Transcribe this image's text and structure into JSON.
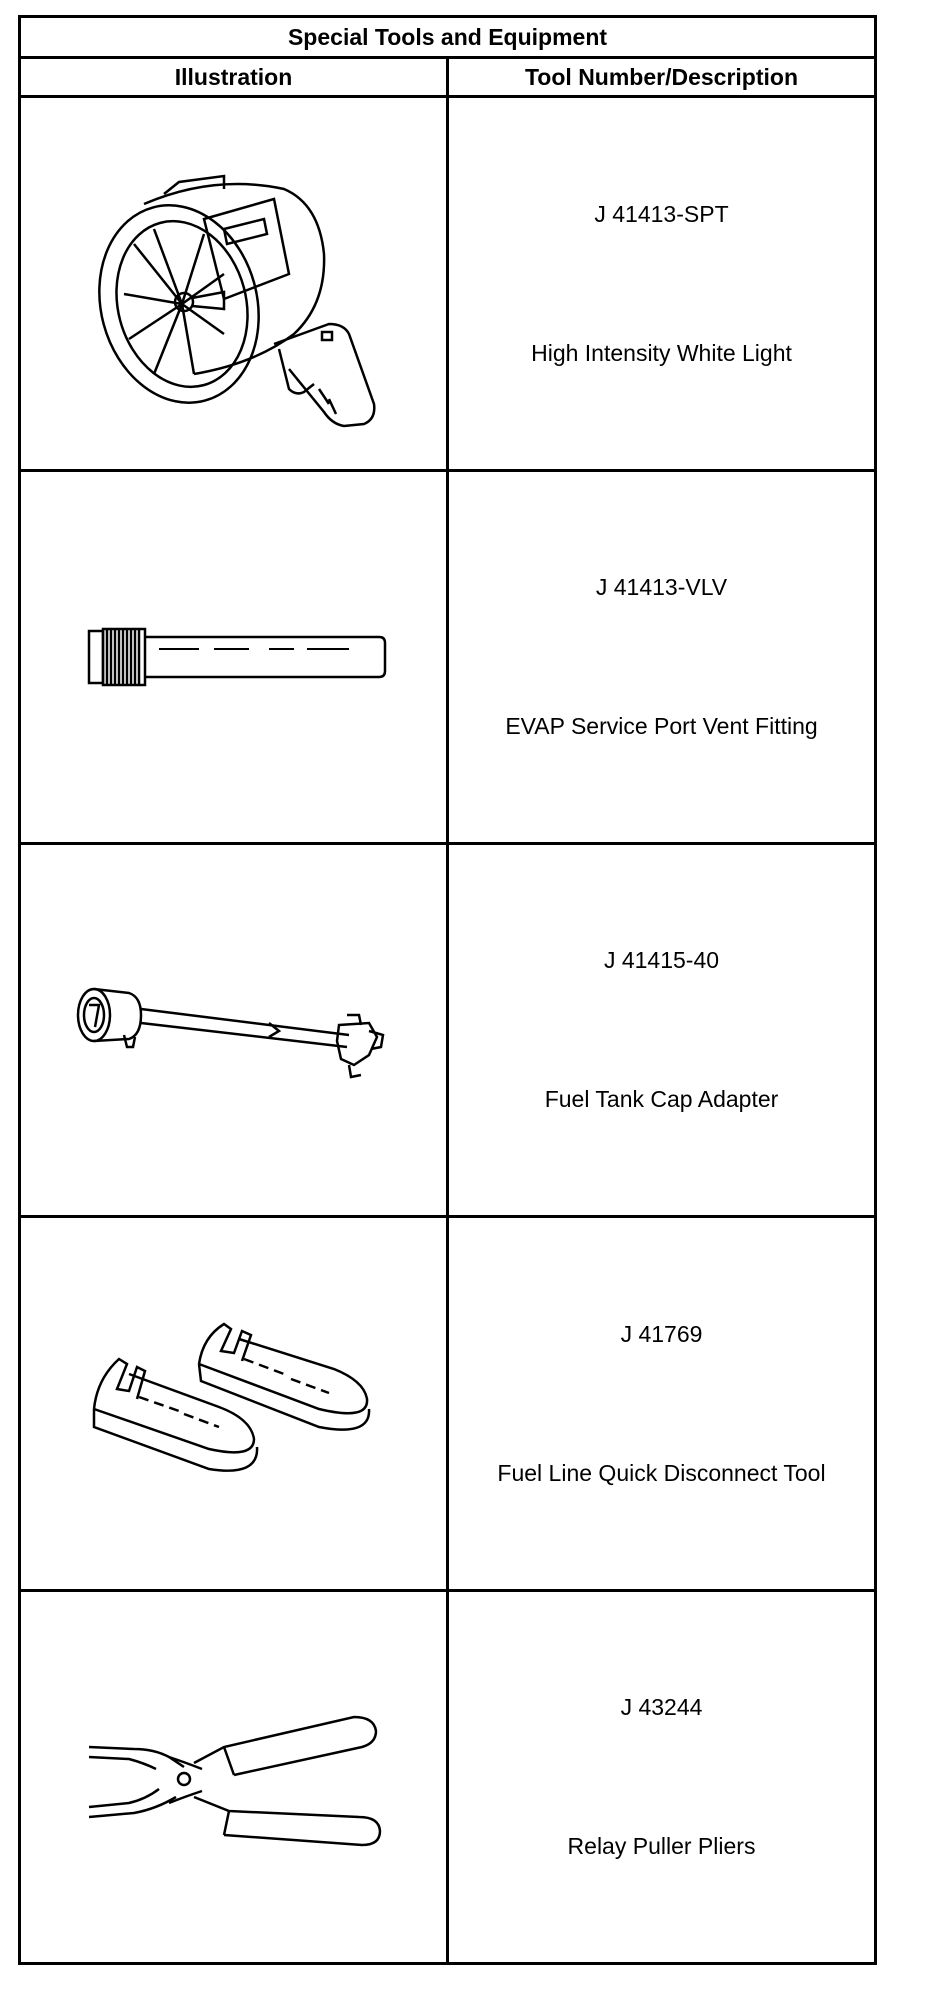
{
  "table": {
    "title": "Special Tools and Equipment",
    "headers": {
      "illustration": "Illustration",
      "tool": "Tool Number/Description"
    },
    "rows": [
      {
        "number": "J 41413-SPT",
        "description": "High Intensity White Light",
        "illustration_icon": "spotlight-icon"
      },
      {
        "number": "J 41413-VLV",
        "description": "EVAP Service Port Vent Fitting",
        "illustration_icon": "vent-fitting-icon"
      },
      {
        "number": "J 41415-40",
        "description": "Fuel Tank Cap Adapter",
        "illustration_icon": "cap-adapter-icon"
      },
      {
        "number": "J 41769",
        "description": "Fuel Line Quick Disconnect Tool",
        "illustration_icon": "disconnect-tool-icon"
      },
      {
        "number": "J 43244",
        "description": "Relay Puller Pliers",
        "illustration_icon": "pliers-icon"
      }
    ]
  }
}
